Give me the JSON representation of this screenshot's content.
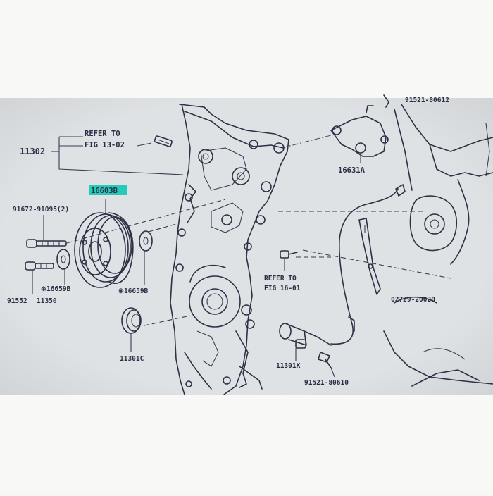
{
  "diagram": {
    "highlight_color": "#27c9b8",
    "labels": {
      "refer_fig_13_02": [
        "REFER TO",
        "FIG 13-02"
      ],
      "refer_fig_16_01": [
        "REFER TO",
        "FIG 16-01"
      ],
      "part_11302": "11302",
      "part_16603b": "16603B",
      "part_91672": "91672-91095(2)",
      "part_91552": "91552",
      "part_11350": "11350",
      "part_16659b_left": "※16659B",
      "part_16659b_right": "※16659B",
      "part_11301c": "11301C",
      "part_16631a": "16631A",
      "part_91521_top": "91521-80612",
      "part_02729": "02729-20020",
      "part_11301k": "11301K",
      "part_91521_bottom": "91521-80610"
    }
  }
}
